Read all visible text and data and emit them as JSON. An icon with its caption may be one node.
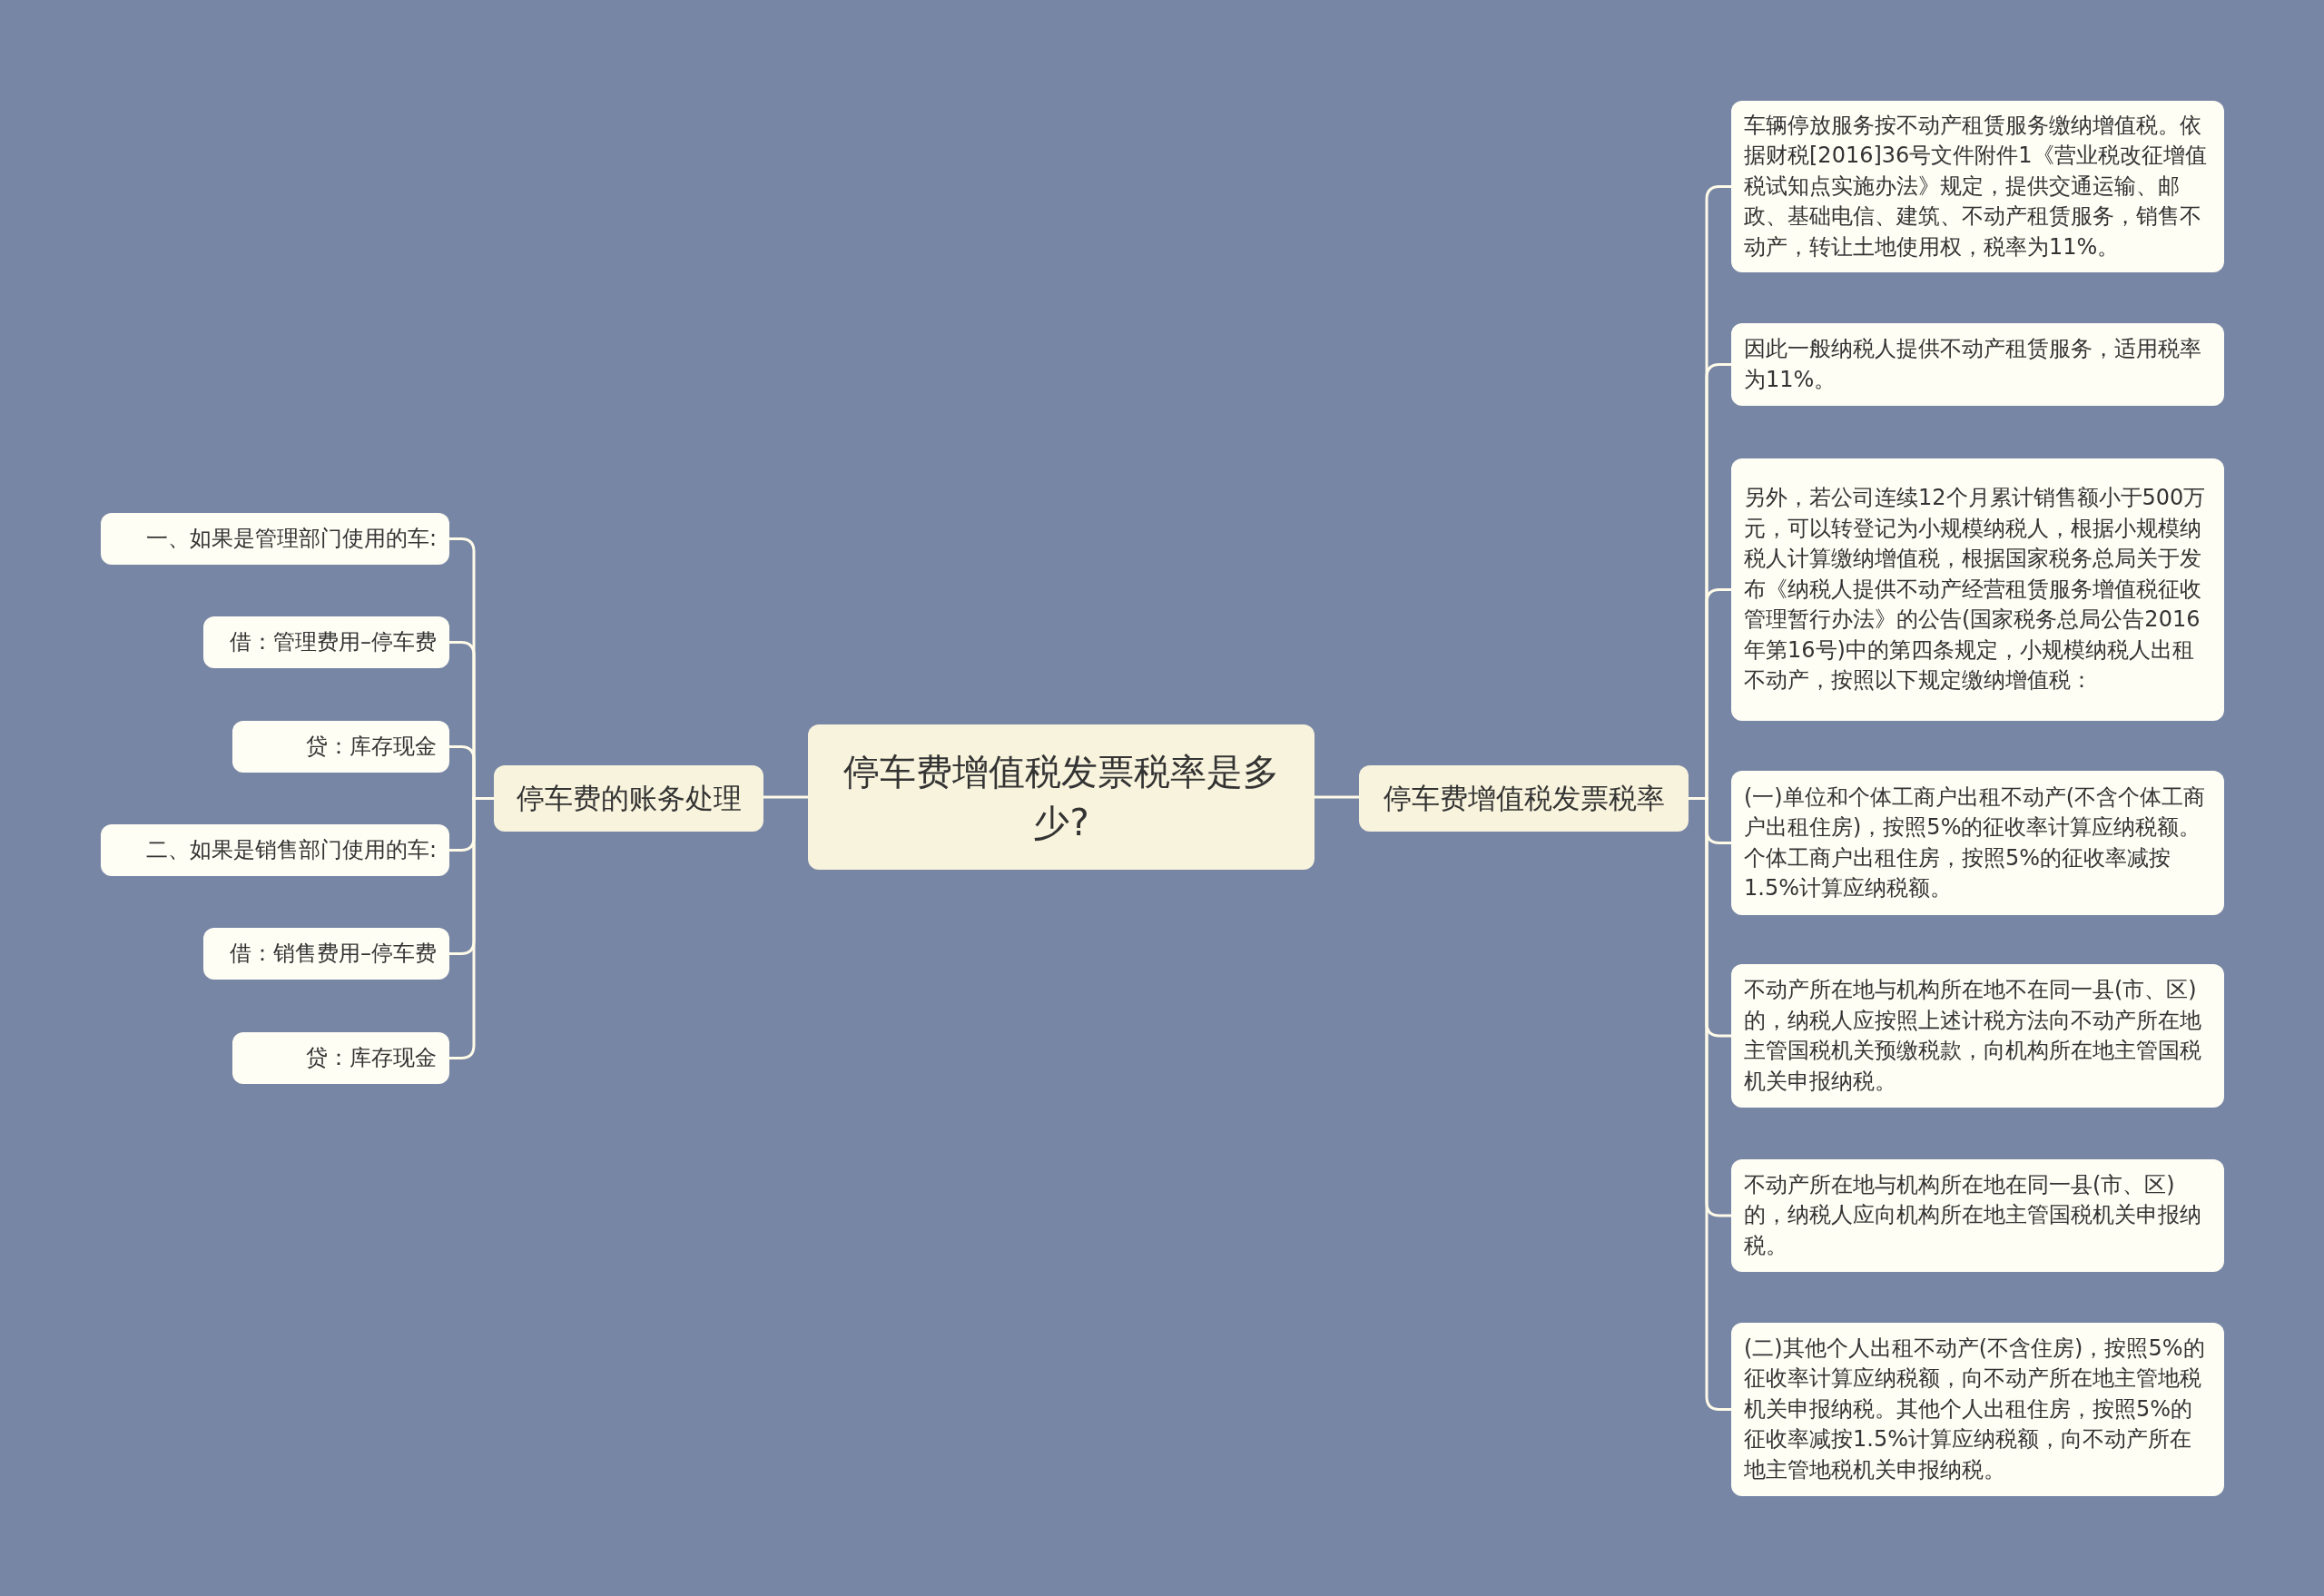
{
  "diagram": {
    "nodes": [
      {
        "text": [
          "停车费增值税发票税率是多少?"
        ]
      },
      {
        "text": [
          "停车费的账务处理"
        ]
      },
      {
        "text": [
          "一、如果是管理部门使用的车:"
        ]
      },
      {
        "text": [
          "借：管理费用–停车费"
        ]
      },
      {
        "text": [
          "贷：库存现金"
        ]
      },
      {
        "text": [
          "二、如果是销售部门使用的车:"
        ]
      },
      {
        "text": [
          "借：销售费用–停车费"
        ]
      },
      {
        "text": [
          "贷：库存现金"
        ]
      },
      {
        "text": [
          "停车费增值税发票税率"
        ]
      },
      {
        "text": [
          "车辆停放服务按不动产租赁服务缴纳增值税。依据财税[2016]36号文件附件1《营业税改征增值税试知点实施办法》规定，提供交通运输、邮政、基础电信、建筑、不动产租赁服务，销售不动产，转让土地使用权，税率为11%。"
        ]
      },
      {
        "text": [
          "因此一般纳税人提供不动产租赁服务，适用税率为11%。"
        ]
      },
      {
        "text": [
          "另外，若公司连续12个月累计销售额小于500万元，可以转登记为小规模纳税人，根据小规模纳税人计算缴纳增值税，根据国家税务总局关于发布《纳税人提供不动产经营租赁服务增值税征收管理暂行办法》的公告(国家税务总局公告2016年第16号)中的第四条规定，小规模纳税人出租不动产，按照以下规定缴纳增值税："
        ]
      },
      {
        "text": [
          "(一)单位和个体工商户出租不动产(不含个体工商户出租住房)，按照5%的征收率计算应纳税额。个体工商户出租住房，按照5%的征收率减按1.5%计算应纳税额。"
        ]
      },
      {
        "text": [
          "不动产所在地与机构所在地不在同一县(市、区)的，纳税人应按照上述计税方法向不动产所在地主管国税机关预缴税款，向机构所在地主管国税机关申报纳税。"
        ]
      },
      {
        "text": [
          "不动产所在地与机构所在地在同一县(市、区)的，纳税人应向机构所在地主管国税机关申报纳税。"
        ]
      },
      {
        "text": [
          "(二)其他个人出租不动产(不含住房)，按照5%的征收率计算应纳税额，向不动产所在地主管地税机关申报纳税。其他个人出租住房，按照5%的征收率减按1.5%计算应纳税额，向不动产所在地主管地税机关申报纳税。"
        ]
      }
    ],
    "edges": [
      {
        "from": 0,
        "to": 1,
        "arrow": "none"
      },
      {
        "from": 1,
        "to": 2,
        "arrow": "none"
      },
      {
        "from": 1,
        "to": 3,
        "arrow": "none"
      },
      {
        "from": 1,
        "to": 4,
        "arrow": "none"
      },
      {
        "from": 1,
        "to": 5,
        "arrow": "none"
      },
      {
        "from": 1,
        "to": 6,
        "arrow": "none"
      },
      {
        "from": 1,
        "to": 7,
        "arrow": "none"
      },
      {
        "from": 0,
        "to": 8,
        "arrow": "none"
      },
      {
        "from": 8,
        "to": 9,
        "arrow": "none"
      },
      {
        "from": 8,
        "to": 10,
        "arrow": "none"
      },
      {
        "from": 8,
        "to": 11,
        "arrow": "none"
      },
      {
        "from": 8,
        "to": 12,
        "arrow": "none"
      },
      {
        "from": 8,
        "to": 13,
        "arrow": "none"
      },
      {
        "from": 8,
        "to": 14,
        "arrow": "none"
      },
      {
        "from": 8,
        "to": 15,
        "arrow": "none"
      }
    ]
  }
}
